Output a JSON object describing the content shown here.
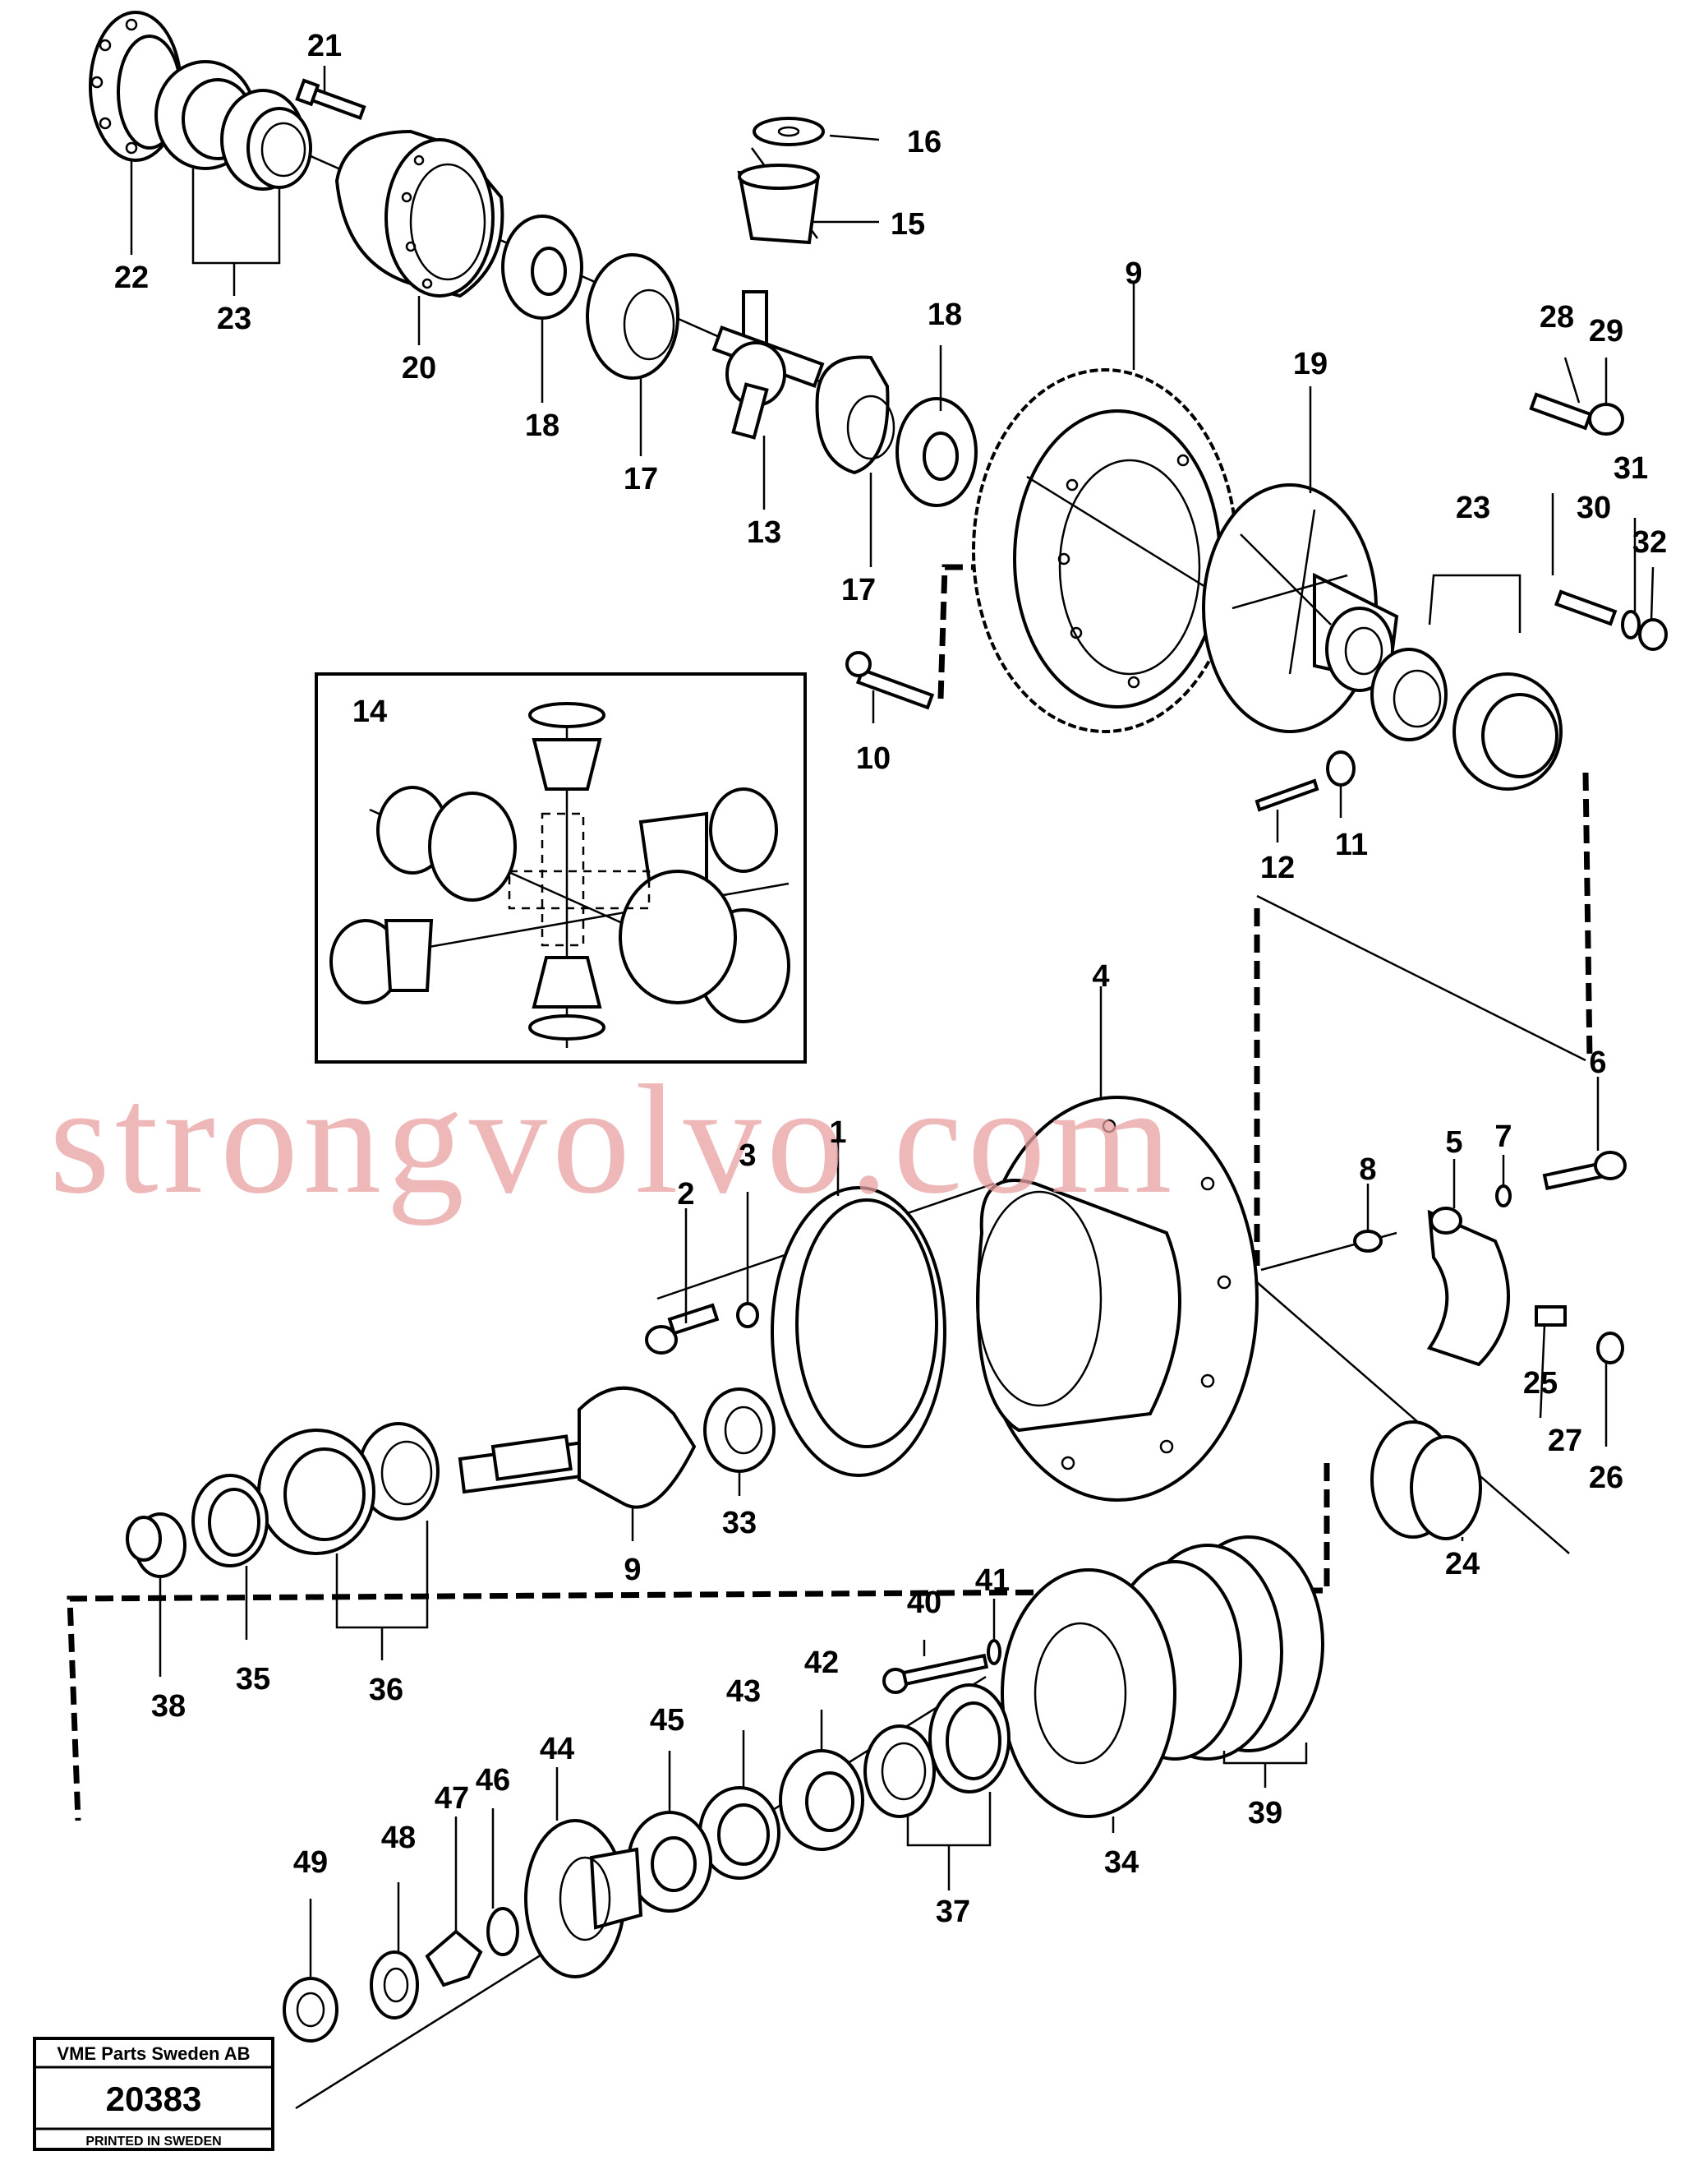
{
  "watermark": "strongvolvo.com",
  "stamp": {
    "company": "VME Parts Sweden AB",
    "number": "20383",
    "printed": "PRINTED IN SWEDEN"
  },
  "labels": {
    "l1": "1",
    "l2": "2",
    "l3": "3",
    "l4": "4",
    "l5": "5",
    "l6": "6",
    "l7": "7",
    "l8": "8",
    "l9a": "9",
    "l9b": "9",
    "l10": "10",
    "l11": "11",
    "l12": "12",
    "l13": "13",
    "l14": "14",
    "l15": "15",
    "l16": "16",
    "l17a": "17",
    "l17b": "17",
    "l18a": "18",
    "l18b": "18",
    "l19": "19",
    "l20": "20",
    "l21": "21",
    "l22": "22",
    "l23a": "23",
    "l23b": "23",
    "l24": "24",
    "l25": "25",
    "l26": "26",
    "l27": "27",
    "l28": "28",
    "l29": "29",
    "l30": "30",
    "l31": "31",
    "l32": "32",
    "l33": "33",
    "l34": "34",
    "l35": "35",
    "l36": "36",
    "l37": "37",
    "l38": "38",
    "l39": "39",
    "l40": "40",
    "l41": "41",
    "l42": "42",
    "l43": "43",
    "l44": "44",
    "l45": "45",
    "l46": "46",
    "l47": "47",
    "l48": "48",
    "l49": "49"
  }
}
